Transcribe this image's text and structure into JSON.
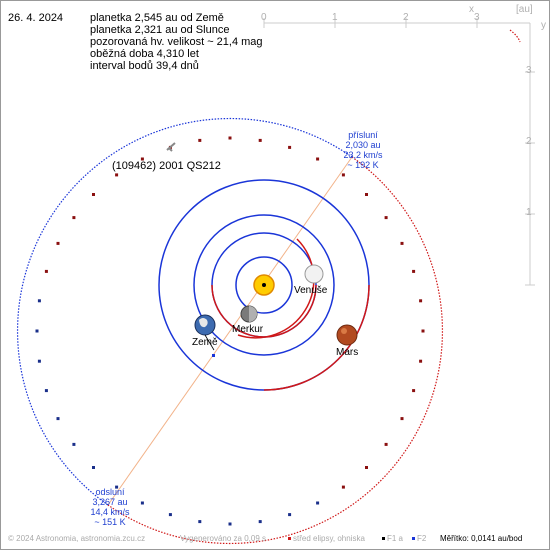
{
  "header": {
    "date": "26. 4. 2024",
    "lines": [
      "planetka 2,545 au od Země",
      "planetka 2,321 au od Slunce",
      "pozorovaná hv. velikost ~ 21,4 mag",
      "oběžná doba 4,310 let",
      "interval bodů 39,4 dnů"
    ]
  },
  "axes": {
    "top_ticks": [
      "0",
      "1",
      "2",
      "3"
    ],
    "top_label": "x",
    "unit_label": "[au]",
    "right_ticks": [
      "3",
      "2",
      "1"
    ],
    "right_label": "y"
  },
  "asteroid": {
    "name": "(109462) 2001 QS212"
  },
  "perihelion": {
    "lines": [
      "přísluní",
      "2,030 au",
      "23,2 km/s",
      "~ 192 K"
    ]
  },
  "aphelion": {
    "lines": [
      "odsluní",
      "3,267 au",
      "14,4 km/s",
      "~ 151 K"
    ]
  },
  "planets": {
    "venus": "Venuše",
    "mercury": "Merkur",
    "earth": "Země",
    "mars": "Mars"
  },
  "footer": {
    "copyright": "© 2024 Astronomia, astronomia.zcu.cz",
    "generated": "Vygenerováno za 0,09 s",
    "center_legend": "střed elipsy, ohniska",
    "f1": "F1 a",
    "f2": "F2",
    "scale": "Měřítko: 0,0141 au/bod"
  },
  "colors": {
    "orbit_blue": "#1a35d8",
    "orbit_red": "#d01818",
    "axis": "#cccccc",
    "label_blue": "#1f3fd0",
    "apsis_line": "#f2b38a"
  },
  "icons": {
    "sun": "sun-icon",
    "venus": "venus-icon",
    "mercury": "mercury-icon",
    "earth": "earth-icon",
    "mars": "mars-icon",
    "asteroid": "asteroid-marker-icon"
  }
}
